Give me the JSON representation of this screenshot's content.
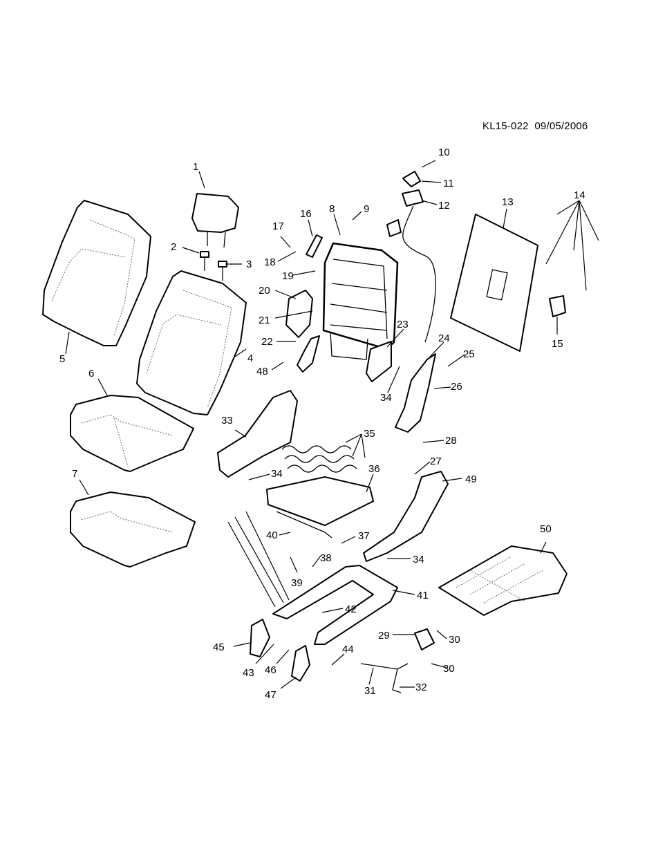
{
  "header": {
    "drawing_id": "KL15-022  09/05/2006"
  },
  "callouts": [
    {
      "key": "c1",
      "text": "1"
    },
    {
      "key": "c2",
      "text": "2"
    },
    {
      "key": "c3",
      "text": "3"
    },
    {
      "key": "c4",
      "text": "4"
    },
    {
      "key": "c5",
      "text": "5"
    },
    {
      "key": "c6",
      "text": "6"
    },
    {
      "key": "c7",
      "text": "7"
    },
    {
      "key": "c8",
      "text": "8"
    },
    {
      "key": "c9",
      "text": "9"
    },
    {
      "key": "c10",
      "text": "10"
    },
    {
      "key": "c11",
      "text": "11"
    },
    {
      "key": "c12",
      "text": "12"
    },
    {
      "key": "c13",
      "text": "13"
    },
    {
      "key": "c14",
      "text": "14"
    },
    {
      "key": "c15",
      "text": "15"
    },
    {
      "key": "c16",
      "text": "16"
    },
    {
      "key": "c17",
      "text": "17"
    },
    {
      "key": "c18",
      "text": "18"
    },
    {
      "key": "c19",
      "text": "19"
    },
    {
      "key": "c20",
      "text": "20"
    },
    {
      "key": "c21",
      "text": "21"
    },
    {
      "key": "c22",
      "text": "22"
    },
    {
      "key": "c23",
      "text": "23"
    },
    {
      "key": "c24",
      "text": "24"
    },
    {
      "key": "c25",
      "text": "25"
    },
    {
      "key": "c26",
      "text": "26"
    },
    {
      "key": "c27",
      "text": "27"
    },
    {
      "key": "c28",
      "text": "28"
    },
    {
      "key": "c29",
      "text": "29"
    },
    {
      "key": "c30a",
      "text": "30"
    },
    {
      "key": "c30b",
      "text": "30"
    },
    {
      "key": "c31",
      "text": "31"
    },
    {
      "key": "c32",
      "text": "32"
    },
    {
      "key": "c33",
      "text": "33"
    },
    {
      "key": "c34a",
      "text": "34"
    },
    {
      "key": "c34b",
      "text": "34"
    },
    {
      "key": "c34c",
      "text": "34"
    },
    {
      "key": "c35",
      "text": "35"
    },
    {
      "key": "c36",
      "text": "36"
    },
    {
      "key": "c37",
      "text": "37"
    },
    {
      "key": "c38",
      "text": "38"
    },
    {
      "key": "c39",
      "text": "39"
    },
    {
      "key": "c40",
      "text": "40"
    },
    {
      "key": "c41",
      "text": "41"
    },
    {
      "key": "c42",
      "text": "42"
    },
    {
      "key": "c43",
      "text": "43"
    },
    {
      "key": "c44",
      "text": "44"
    },
    {
      "key": "c45",
      "text": "45"
    },
    {
      "key": "c46",
      "text": "46"
    },
    {
      "key": "c47",
      "text": "47"
    },
    {
      "key": "c48",
      "text": "48"
    },
    {
      "key": "c49",
      "text": "49"
    },
    {
      "key": "c50",
      "text": "50"
    }
  ]
}
